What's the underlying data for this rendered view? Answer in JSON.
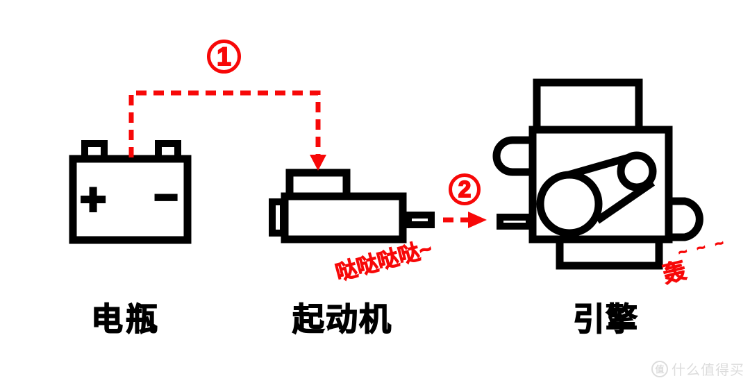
{
  "diagram_subject": "car-starting-sequence",
  "labels": {
    "battery": "电瓶",
    "starter": "起动机",
    "engine": "引擎"
  },
  "markers": {
    "step1": "1",
    "step2": "2"
  },
  "battery_symbols": {
    "plus": "+",
    "minus": "−"
  },
  "sounds": {
    "starter": "哒哒哒哒~",
    "engine": "轰",
    "engine_trail": "~ ~ ~"
  },
  "watermark": {
    "badge": "值",
    "text": "什么值得买"
  },
  "colors": {
    "accent_red": "#f70808",
    "stroke_black": "#000000",
    "background": "#ffffff",
    "watermark_gray": "#dcdcdc"
  }
}
